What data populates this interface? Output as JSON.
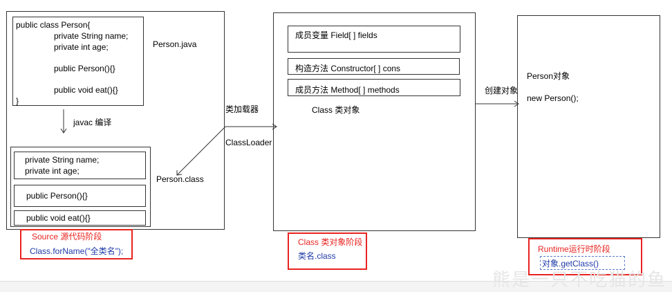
{
  "source_panel": {
    "code_lines": [
      "public class Person{",
      "private String name;",
      "private int age;",
      "public Person(){}",
      "public void eat(){}",
      "}"
    ],
    "file_label": "Person.java",
    "compile_label": "javac 编译",
    "class_fields": [
      "private String name;",
      "private int age;"
    ],
    "class_constructor": "public Person(){}",
    "class_method": "public void eat(){}",
    "class_file_label": "Person.class",
    "stage_title": "Source 源代码阶段",
    "stage_code": "Class.forName(\"全类名\");"
  },
  "loader": {
    "label_cn": "类加载器",
    "label_en": "ClassLoader"
  },
  "class_panel": {
    "fields": "成员变量  Field[ ] fields",
    "constructors": "构造方法  Constructor[ ] cons",
    "methods": "成员方法 Method[ ] methods",
    "title": "Class 类对象",
    "stage_title": "Class 类对象阶段",
    "stage_code": "类名.class"
  },
  "create_label": "创建对象",
  "runtime_panel": {
    "object_label": "Person对象",
    "new_call": "new Person();",
    "stage_title": "Runtime运行时阶段",
    "stage_code": "对象.getClass()"
  },
  "watermark": "熊是一只不吃猫的鱼",
  "colors": {
    "accent_red": "#e8231f",
    "code_blue": "#1f3aa8"
  }
}
